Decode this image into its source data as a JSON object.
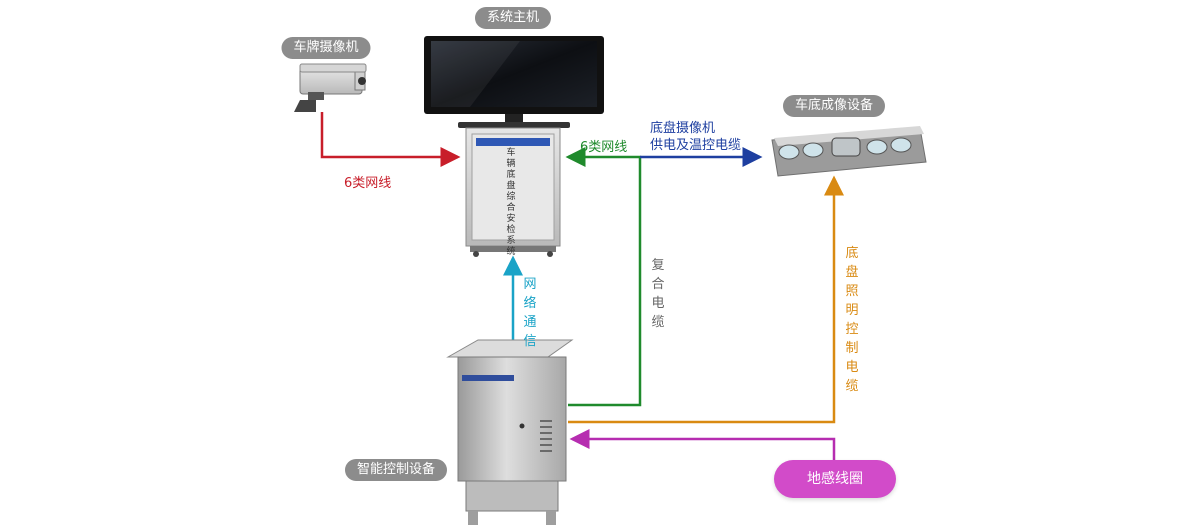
{
  "nodes": {
    "system_host": "系统主机",
    "plate_camera": "车牌摄像机",
    "undercarriage_device": "车底成像设备",
    "smart_control": "智能控制设备",
    "ground_coil": "地感线圈"
  },
  "links": {
    "cat6_left": "6类网线",
    "cat6_right": "6类网线",
    "power_cable": "底盘摄像机\n供电及温控电缆",
    "network_comm": "网络通信",
    "composite_cable": "复合电缆",
    "lighting_cable": "底盘照明控制电缆"
  },
  "cabinet_text": "车辆底盘综合安检系统",
  "colors": {
    "red": "#c81e2a",
    "green": "#1f8a2c",
    "blue": "#1e3fa0",
    "cyan": "#1aa3c7",
    "gray": "#666666",
    "orange": "#d98a12",
    "magenta": "#b62db0"
  }
}
